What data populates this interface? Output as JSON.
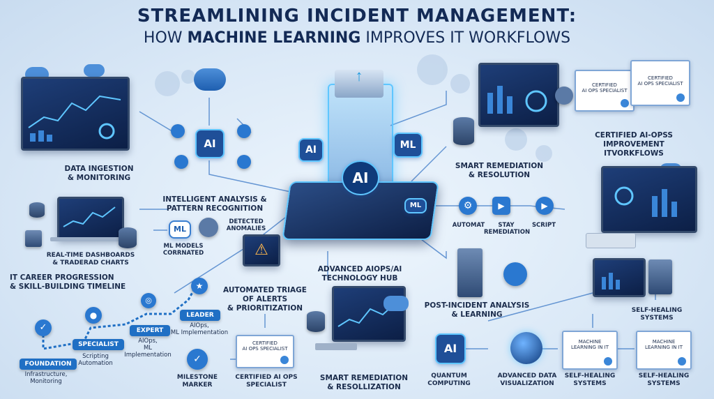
{
  "title": {
    "line1": "STREAMLINING INCIDENT MANAGEMENT:",
    "line2_pre": "HOW ",
    "line2_bold": "MACHINE LEARNING",
    "line2_post": " IMPROVES IT WORKFLOWS"
  },
  "labels": {
    "data_ingestion": "DATA INGESTION\n& MONITORING",
    "intelligent_analysis": "INTELLIGENT ANALYSIS &\nPATTERN RECOGNITION",
    "detected_anomalies": "DETECTED\nANOMALIES",
    "ml_models": "ML MODELS\nCORRNATED",
    "realtime_dashboards": "REAL-TIME DASHBOARDS\n& TRADERAD CHARTS",
    "career_progression": "IT CAREER PROGRESSION\n& SKILL-BUILDING TIMELINE",
    "automated_triage": "AUTOMATED TRIAGE\nOF ALERTS\n& PRIORITIZATION",
    "hub": "ADVANCED AIOPS/AI\nTECHNOLOGY HUB",
    "smart_remediation_top": "SMART REMEDIATION\n& RESOLUTION",
    "smart_remediation_bottom": "SMART REMEDIATION\n& RESOLLIZATION",
    "certified_aiops": "CERTIFIED AI-OPSS\nIMPROVEMENT\nITVORKFLOWS",
    "post_incident": "POST-INCIDENT ANALYSIS\n& LEARNING",
    "self_healing_right": "SELF-HEALING\nSYSTEMS",
    "quantum": "QUANTUM\nCOMPUTING",
    "adv_data_vis": "ADVANCED DATA\nVISUALIZATION",
    "self_healing_1": "SELF-HEALING\nSYSTEMS",
    "self_healing_2": "SELF-HEALING\nSYSTEMS",
    "milestone": "MILESTONE\nMARKER",
    "certified_specialist": "CERTIFIED AI OPS\nSPECIALIST",
    "automat": "AUTOMAT",
    "stay_remediation": "STAY\nREMEDIATION",
    "script": "SCRIPT"
  },
  "career": {
    "foundation": "FOUNDATION",
    "foundation_desc": "Infrastructure,\nMonitoring",
    "specialist": "SPECIALIST",
    "specialist_desc": "Scripting\nAutomation",
    "expert": "EXPERT",
    "expert_desc": "AIOps,\nML\nImplementation",
    "leader": "LEADER",
    "leader_desc": "AIOps,\nML Implementation"
  },
  "certs": {
    "top1": "CERTIFIED\nAI OPS SPECIALIST",
    "top2": "CERTIFIED\nAI OPS SPECIALIST",
    "bottom": "CERTIFIED\nAI OPS SPECIALIST",
    "mlit1": "MACHINE\nLEARNING IN IT",
    "mlit2": "MACHINE\nLEARNING IN IT"
  },
  "chips": {
    "ai_center": "AI",
    "ai_left": "AI",
    "ml_right": "ML",
    "ai_cloud": "AI",
    "ml_badge": "ML",
    "ml_platform": "ML",
    "ai_quantum": "AI"
  },
  "colors": {
    "accent": "#1f6fc4",
    "dark_navy": "#132a55",
    "glow": "#5fc6ff"
  }
}
